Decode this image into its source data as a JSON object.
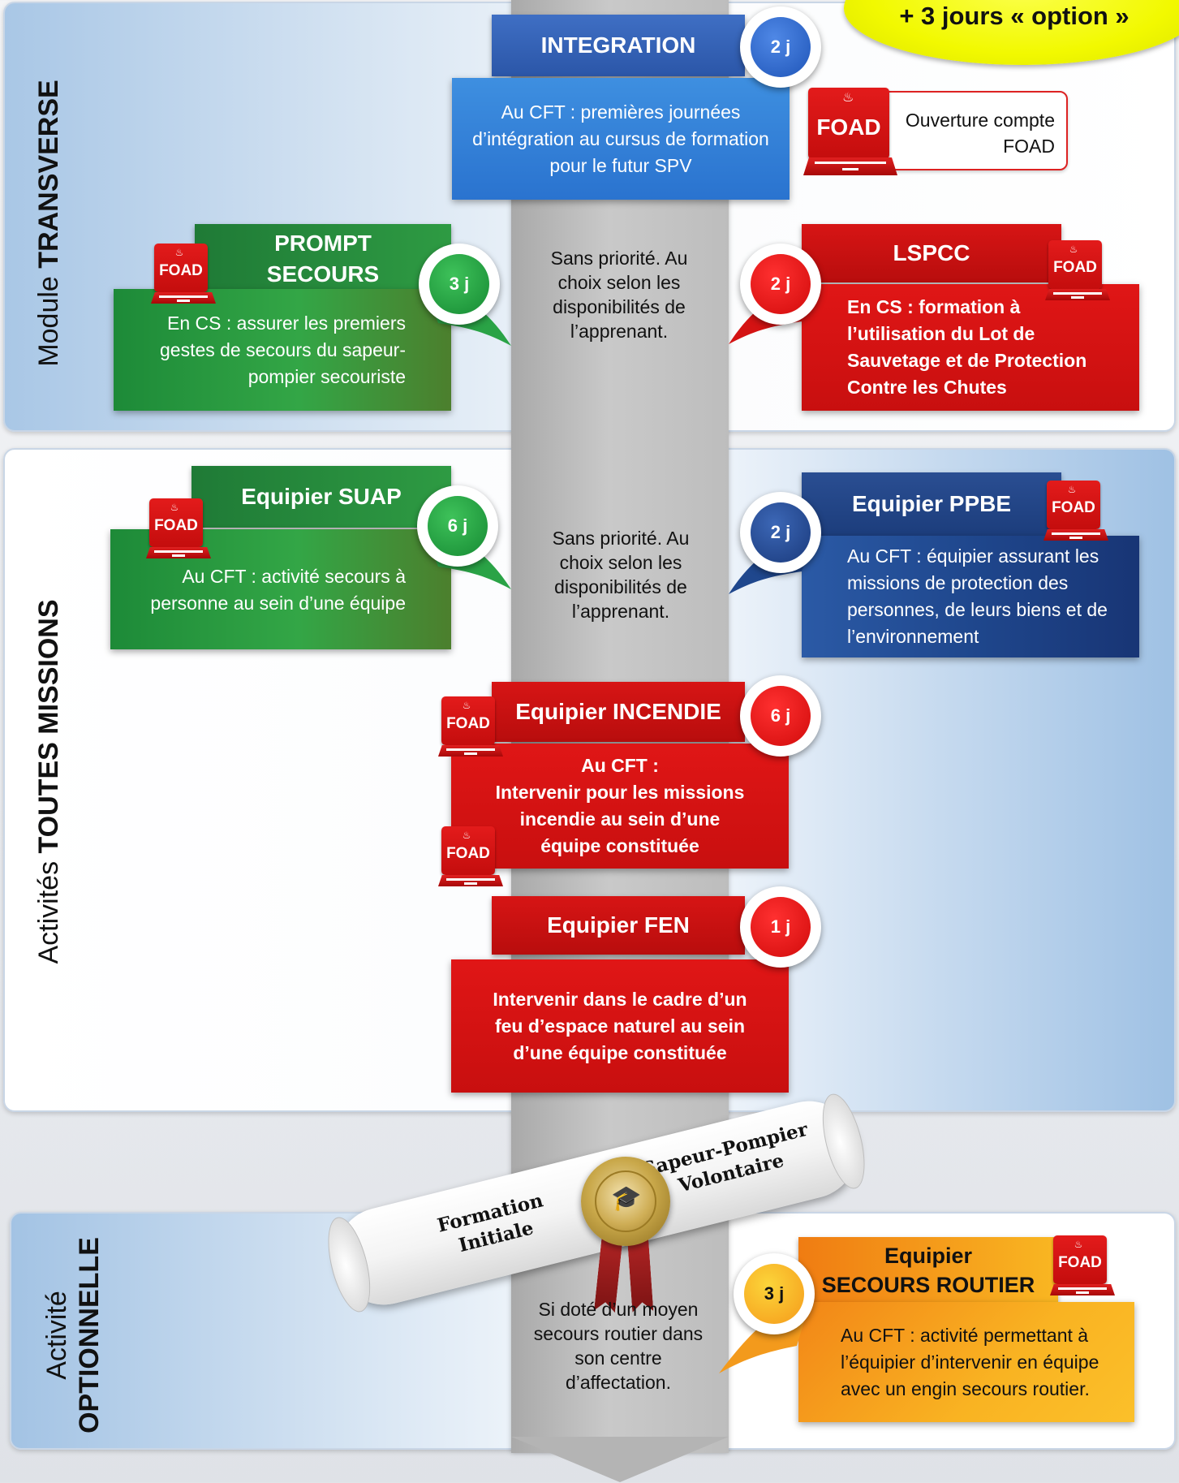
{
  "option_badge": "+ 3 jours « option »",
  "sections": {
    "transverse": {
      "prefix": "Module ",
      "bold": "TRANSVERSE"
    },
    "missions": {
      "prefix": "Activités ",
      "bold": "TOUTES MISSIONS"
    },
    "optional": {
      "line1": "Activité",
      "line2": "OPTIONNELLE"
    }
  },
  "colors": {
    "blue": "#2b6fd0",
    "green": "#2e9b43",
    "red": "#d71515",
    "navy": "#1f478d",
    "orange": "#f7a21c",
    "yellow": "#f2f900",
    "timeline_grey": "#bdbdbd"
  },
  "modules": {
    "integration": {
      "title": "INTEGRATION",
      "days": "2 j",
      "body": "Au CFT : premières journées d’intégration au cursus de formation pour le futur SPV"
    },
    "ouverture": {
      "text": "Ouverture compte FOAD",
      "icon": "foad-laptop-icon"
    },
    "prompt_secours": {
      "title_line1": "PROMPT",
      "title_line2": "SECOURS",
      "days": "3 j",
      "body": "En CS : assurer les premiers gestes de secours du sapeur-pompier secouriste"
    },
    "lspcc": {
      "title": "LSPCC",
      "days": "2 j",
      "body": "En CS : formation à l’utilisation du Lot de Sauvetage et de Protection Contre les Chutes"
    },
    "suap": {
      "title": "Equipier SUAP",
      "days": "6 j",
      "body": "Au CFT : activité secours à personne au sein d’une équipe"
    },
    "ppbe": {
      "title": "Equipier PPBE",
      "days": "2 j",
      "body": "Au CFT : équipier assurant les missions de protection des personnes, de leurs biens et de l’environnement"
    },
    "incendie": {
      "title": "Equipier INCENDIE",
      "days": "6 j",
      "body_line1": "Au CFT :",
      "body_line2": "Intervenir pour les missions incendie au sein d’une équipe constituée"
    },
    "fen": {
      "title": "Equipier FEN",
      "days": "1 j",
      "body": "Intervenir dans le cadre d’un feu d’espace naturel au sein d’une équipe constituée"
    },
    "secours_routier": {
      "title_line1": "Equipier",
      "title_line2": "SECOURS ROUTIER",
      "days": "3 j",
      "body": "Au CFT : activité permettant à l’équipier d’intervenir en équipe avec un engin secours routier."
    }
  },
  "notes": {
    "transverse": "Sans priorité. Au choix selon les disponibilités de l’apprenant.",
    "missions": "Sans priorité. Au choix selon les disponibilités de l’apprenant.",
    "optional": "Si doté d’un moyen secours routier dans son centre d’affectation."
  },
  "diploma": {
    "left_line1": "Formation",
    "left_line2": "Initiale",
    "right_line1": "Sapeur-Pompier",
    "right_line2": "Volontaire"
  },
  "foad_label": "FOAD"
}
